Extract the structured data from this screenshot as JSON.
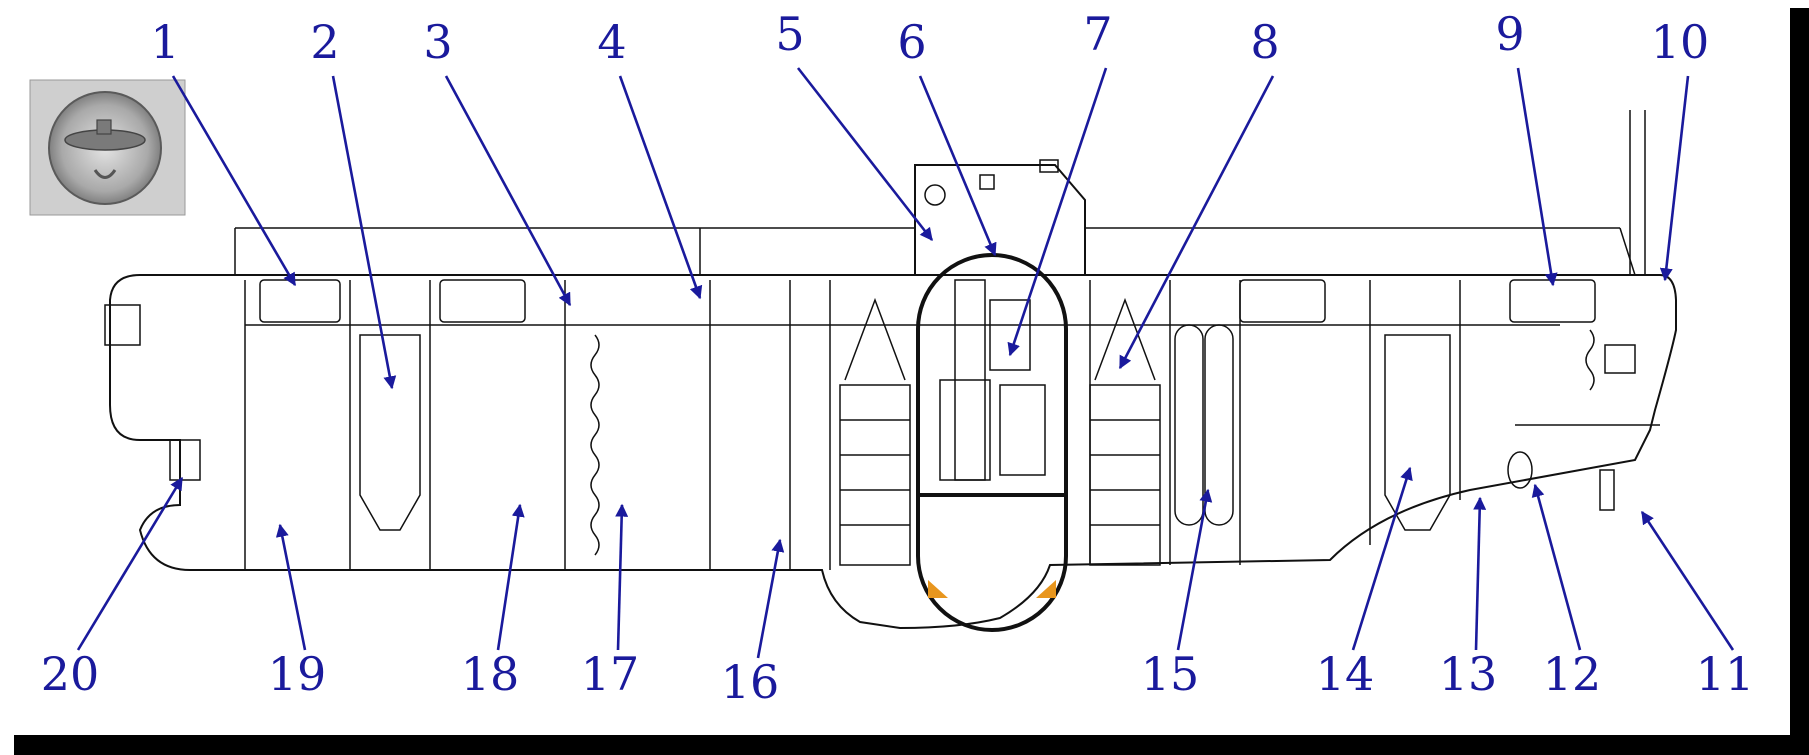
{
  "figure": {
    "colors": {
      "callout": "#1a1a9c",
      "line": "#111111",
      "shadow": "#000000",
      "background": "#ffffff",
      "hatch_accent": "#e8961e",
      "valve_accent": "#2e8b3a",
      "badge": "#b9b9b9"
    },
    "badge_icon": "submarine-badge-icon",
    "callouts": [
      "1",
      "2",
      "3",
      "4",
      "5",
      "6",
      "7",
      "8",
      "9",
      "10",
      "11",
      "12",
      "13",
      "14",
      "15",
      "16",
      "17",
      "18",
      "19",
      "20"
    ]
  }
}
